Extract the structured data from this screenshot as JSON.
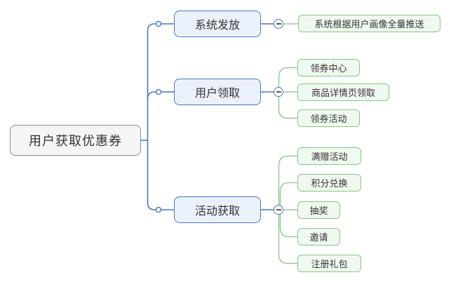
{
  "diagram": {
    "type": "mindmap",
    "root": {
      "label": "用户获取优惠券"
    },
    "branches": [
      {
        "label": "系统发放",
        "collapse_icon": "minus",
        "children": [
          {
            "label": "系统根据用户画像全量推送"
          }
        ]
      },
      {
        "label": "用户领取",
        "collapse_icon": "minus",
        "children": [
          {
            "label": "领券中心"
          },
          {
            "label": "商品详情页领取"
          },
          {
            "label": "领券活动"
          }
        ]
      },
      {
        "label": "活动获取",
        "collapse_icon": "minus",
        "children": [
          {
            "label": "满赠活动"
          },
          {
            "label": "积分兑换"
          },
          {
            "label": "抽奖"
          },
          {
            "label": "邀请"
          },
          {
            "label": "注册礼包"
          }
        ]
      }
    ],
    "colors": {
      "background": "#ffffff",
      "root_fill": "#f5f5f5",
      "root_border": "#8c8c8c",
      "branch_fill": "#eaf1fb",
      "branch_border": "#4a79bc",
      "leaf_fill": "#f0f9f0",
      "leaf_border": "#86c586",
      "blue_connector": "#4a79bc",
      "green_connector": "#93cc93",
      "text": "#333333",
      "minus_glyph": "#555555"
    }
  }
}
